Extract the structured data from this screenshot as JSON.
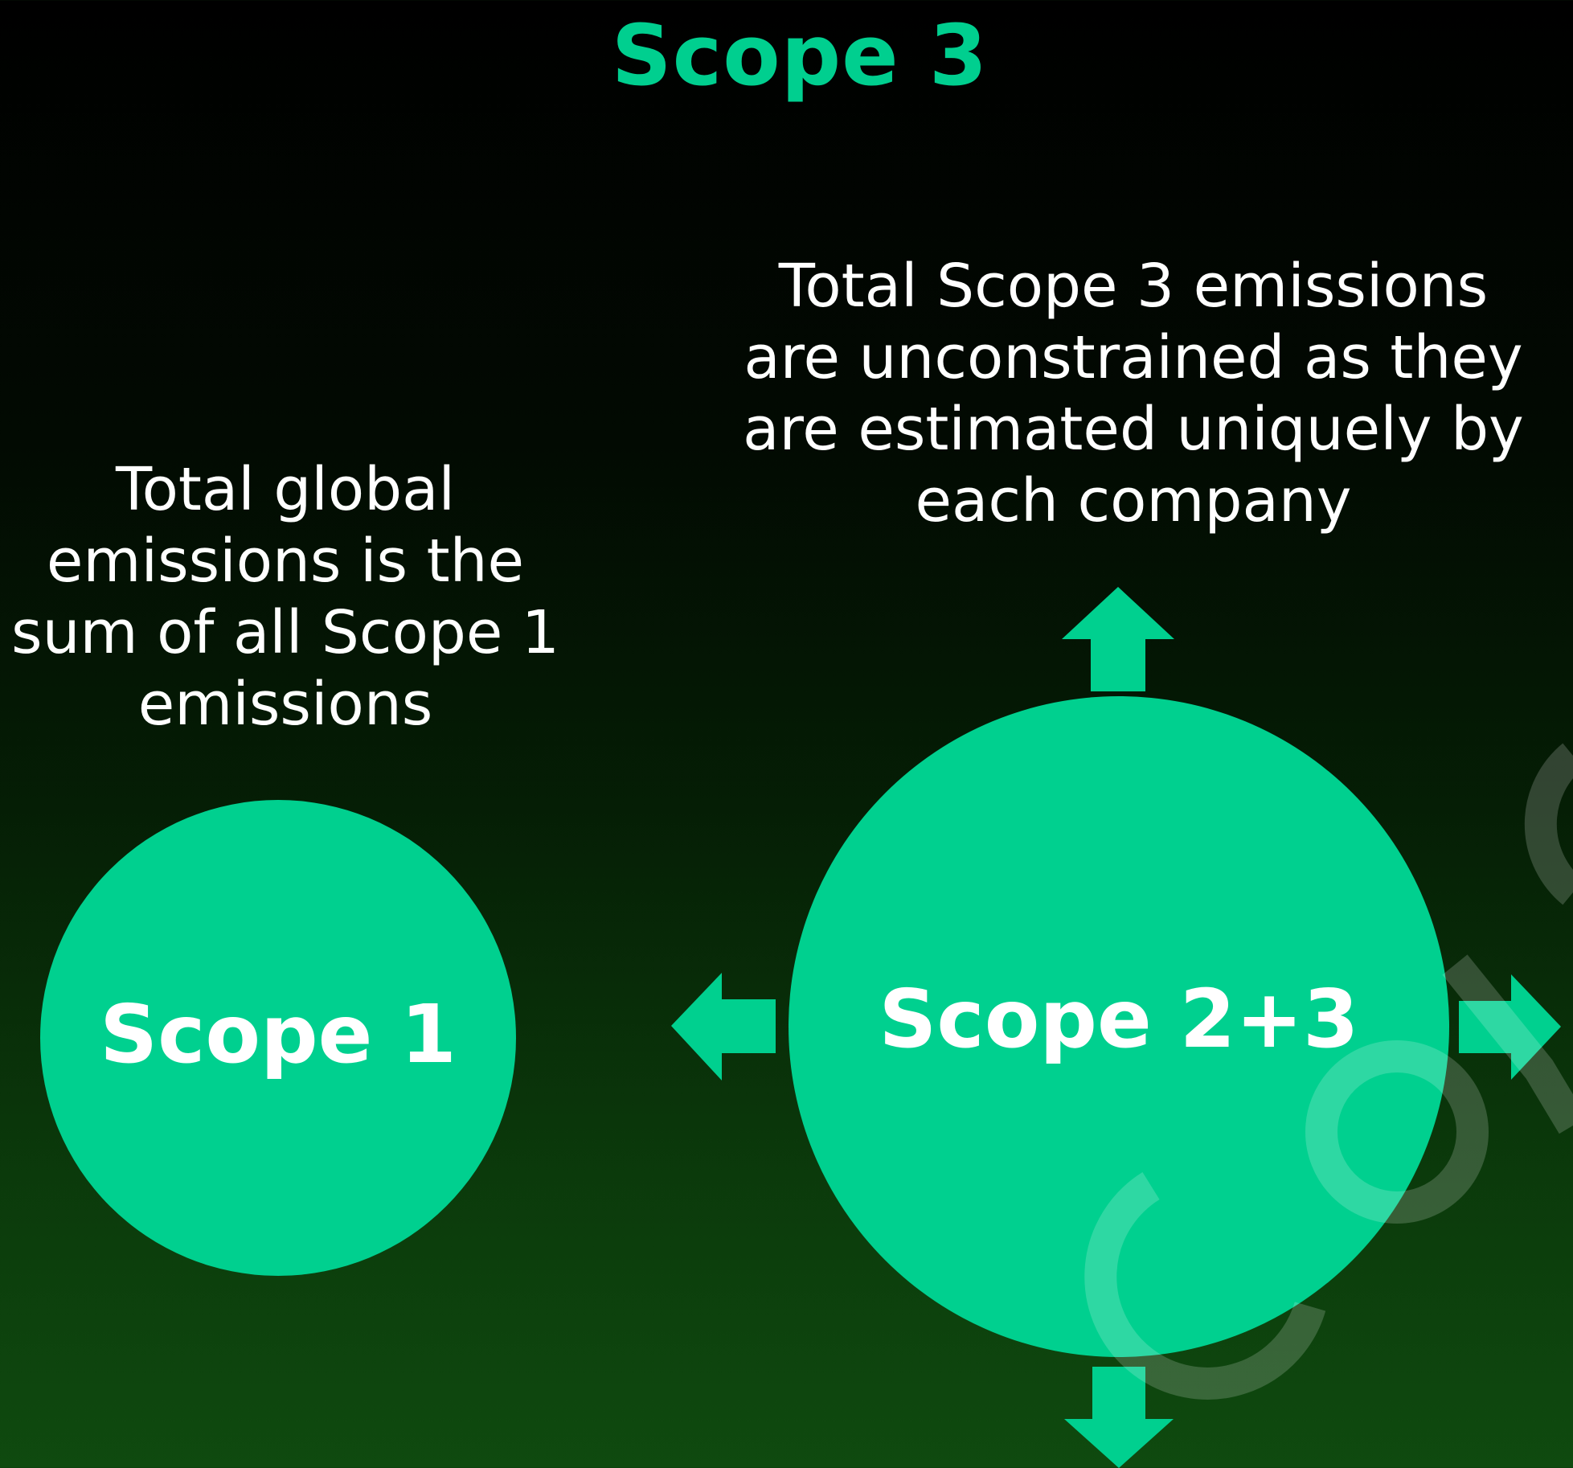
{
  "title": "Scope 3",
  "left_caption": "Total global emissions is the sum of all Scope 1 emissions",
  "right_caption": "Total Scope 3 emissions are unconstrained as they are estimated uniquely by each company",
  "circles": {
    "scope1_label": "Scope 1",
    "scope23_label": "Scope 2+3"
  },
  "arrows": [
    "arrow-up-icon",
    "arrow-left-icon",
    "arrow-right-icon",
    "arrow-down-icon"
  ],
  "colors": {
    "accent": "#00d08f",
    "title": "#00cf8f",
    "text": "#ffffff",
    "background_top": "#000000",
    "background_bottom": "#0f4a0f"
  }
}
